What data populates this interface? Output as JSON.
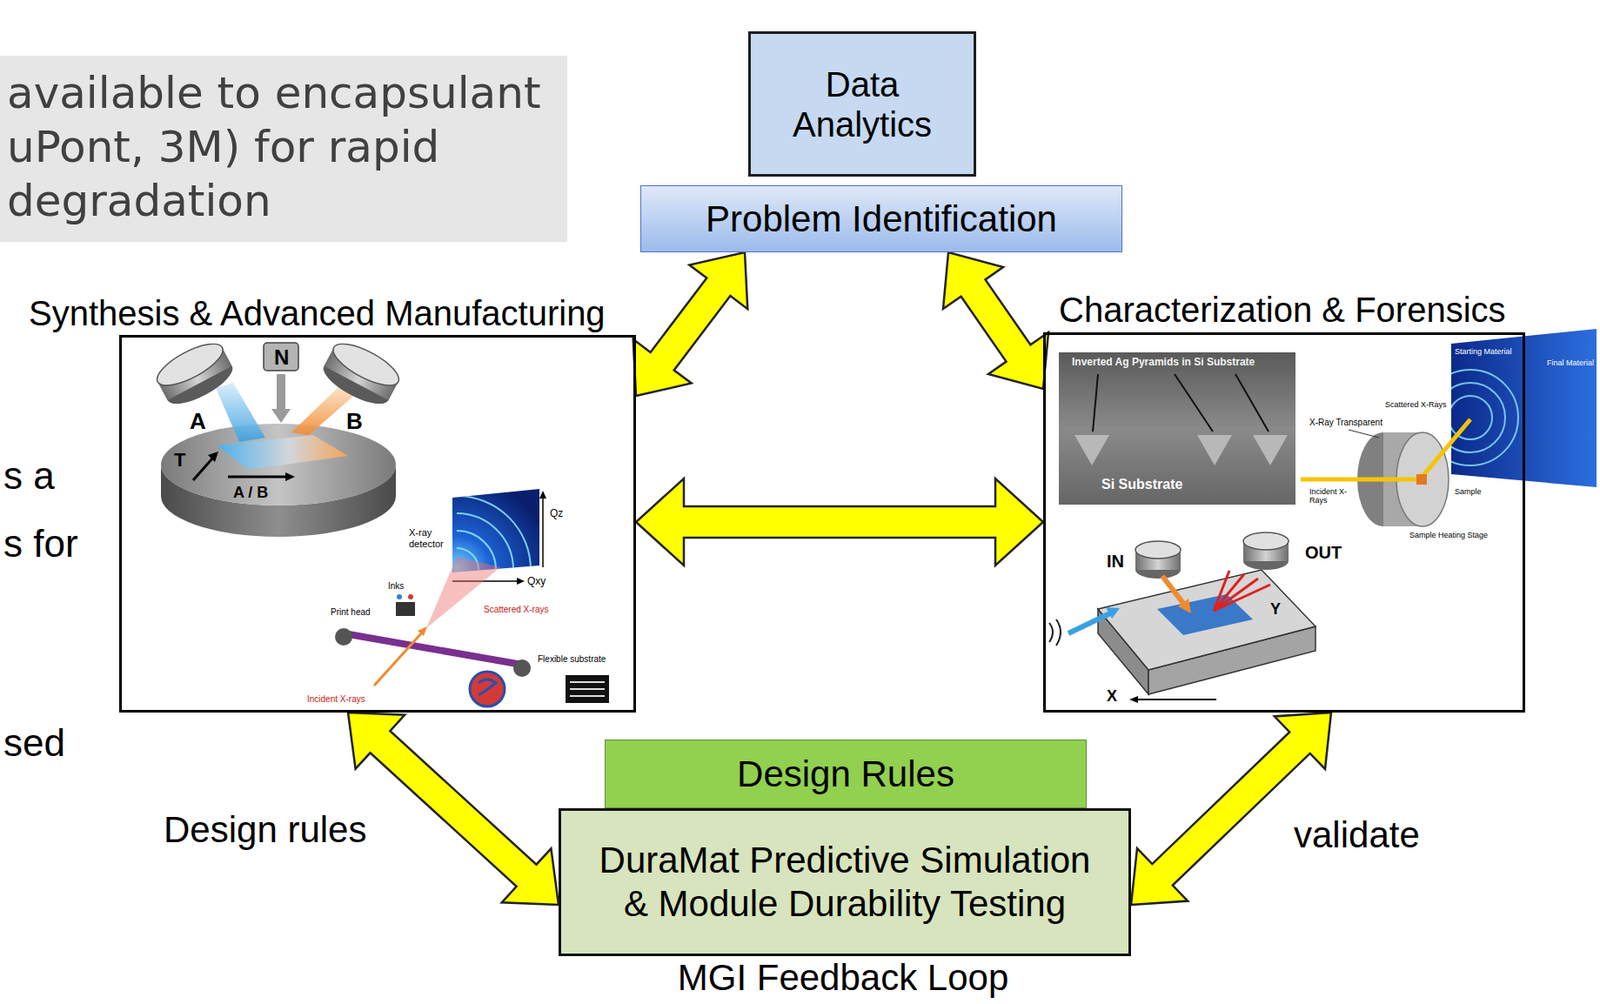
{
  "diagram": {
    "caption": "MGI Feedback Loop",
    "nodes": [
      {
        "text": [
          "available to encapsulant uPont, 3M) for rapid degradation"
        ]
      },
      {
        "text": [
          "Data Analytics"
        ]
      },
      {
        "text": [
          "Problem Identification"
        ]
      },
      {
        "text": [
          "Synthesis & Advanced Manufacturing"
        ]
      },
      {
        "text": [
          "Characterization & Forensics"
        ]
      },
      {
        "text": [
          "Design Rules"
        ]
      },
      {
        "text": [
          "DuraMat Predictive Simulation & Module Durability Testing"
        ]
      }
    ],
    "edges": [
      {
        "from": 3,
        "to": 2,
        "arrow": "both"
      },
      {
        "from": 2,
        "to": 4,
        "arrow": "both"
      },
      {
        "from": 3,
        "to": 4,
        "arrow": "both"
      },
      {
        "from": 3,
        "to": 6,
        "arrow": "both",
        "label": "Design rules"
      },
      {
        "from": 6,
        "to": 4,
        "arrow": "both",
        "label": "validate"
      }
    ],
    "labels": [
      "s a",
      "s for",
      "sed",
      "N",
      "A",
      "B",
      "T",
      "A / B",
      "X-ray detector",
      "Qz",
      "Qxy",
      "Inks",
      "Print head",
      "Scattered X-rays",
      "Incident X-rays",
      "Flexible substrate",
      "Inverted Ag Pyramids in Si Substrate",
      "Si Substrate",
      "X-Ray Transparent",
      "Incident X-Rays",
      "Scattered X-Rays",
      "Sample",
      "Sample Heating Stage",
      "Starting Material",
      "Final Material",
      "IN",
      "OUT",
      "X",
      "Y"
    ]
  }
}
